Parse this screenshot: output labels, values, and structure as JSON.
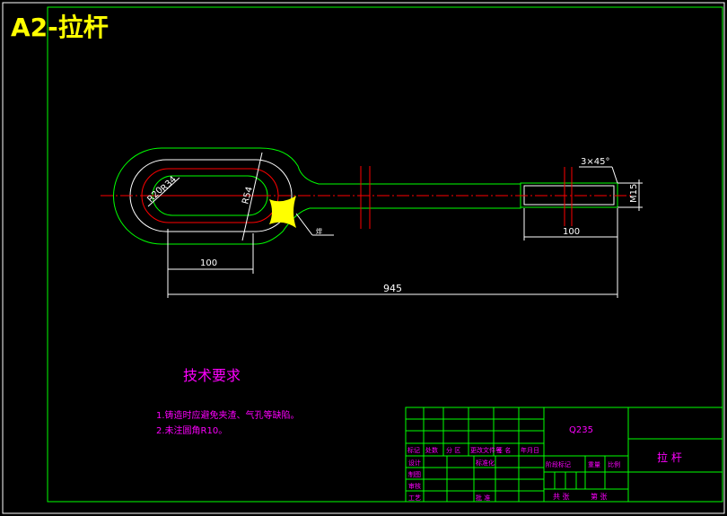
{
  "title": "A2-拉杆",
  "drawing": {
    "dim_small_chamfer": "3×45°",
    "dim_thread": "M15",
    "dim_right_length": "100",
    "dim_left_length": "100",
    "dim_total_length": "945",
    "dim_r20": "R20",
    "dim_r34": "R34",
    "dim_r54": "R54",
    "weld_label": "焊"
  },
  "tech": {
    "heading": "技术要求",
    "note1": "1.铸造时应避免夹渣、气孔等缺陷。",
    "note2": "2.未注圆角R10。"
  },
  "title_block": {
    "material": "Q235",
    "part_name": "拉 杆",
    "row_headers": [
      "标记",
      "处数",
      "分 区",
      "更改文件号",
      "签 名",
      "年月日"
    ],
    "design": "设计",
    "standardize": "标准化",
    "drafting": "制图",
    "check": "审核",
    "process": "工艺",
    "approve": "批 准",
    "stage_mark": "阶段标记",
    "weight": "重量",
    "scale": "比例",
    "sheet_total": "共  张",
    "sheet_no": "第  张"
  },
  "colors": {
    "background": "#000000",
    "frame": "#00ff00",
    "title": "#ffff00",
    "dimension": "#ffffff",
    "centerline": "#ff0000",
    "annotation": "#ff00ff",
    "weld": "#ffff00"
  }
}
